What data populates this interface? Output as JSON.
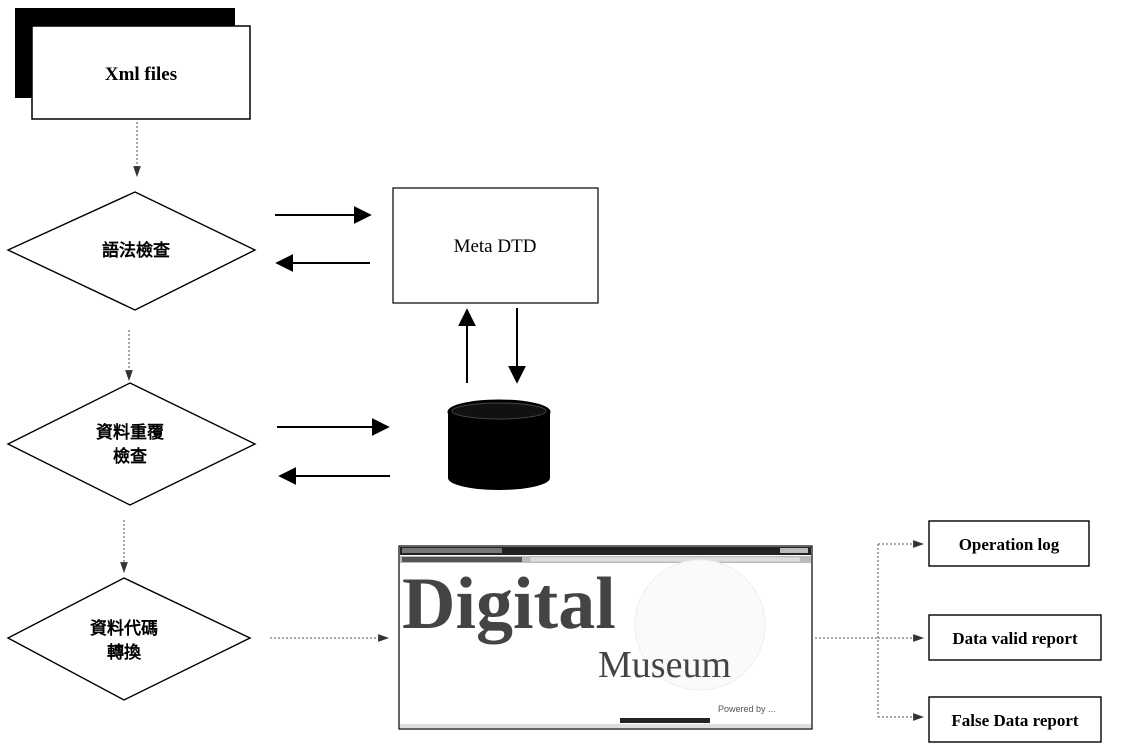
{
  "diagram": {
    "source_node": {
      "label": "Xml files"
    },
    "decisions": [
      {
        "lines": [
          "語法檢查"
        ]
      },
      {
        "lines": [
          "資料重覆",
          "檢查"
        ]
      },
      {
        "lines": [
          "資料代碼",
          "轉換"
        ]
      }
    ],
    "meta_dtd": {
      "label": "Meta DTD"
    },
    "database": {
      "label": ""
    },
    "app_screenshot": {
      "title_word": "Digital",
      "subtitle_word": "Museum",
      "footer_text": "Powered by ..."
    },
    "outputs": [
      {
        "label": "Operation log"
      },
      {
        "label": "Data valid report"
      },
      {
        "label": "False Data report"
      }
    ]
  }
}
